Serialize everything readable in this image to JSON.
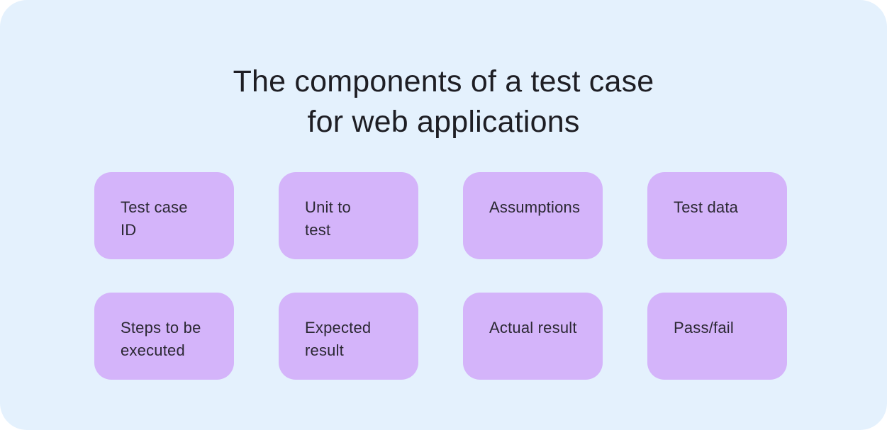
{
  "title": "The components of a test case\nfor web applications",
  "boxes": [
    {
      "label": "Test case\nID"
    },
    {
      "label": "Unit to\ntest"
    },
    {
      "label": "Assumptions"
    },
    {
      "label": "Test data"
    },
    {
      "label": "Steps to be\nexecuted"
    },
    {
      "label": "Expected\nresult"
    },
    {
      "label": "Actual result"
    },
    {
      "label": "Pass/fail"
    }
  ],
  "colors": {
    "card_background": "#E4F1FD",
    "box_background": "#D4B4FA",
    "title_text": "#1E1E24",
    "box_text": "#2B2833"
  }
}
